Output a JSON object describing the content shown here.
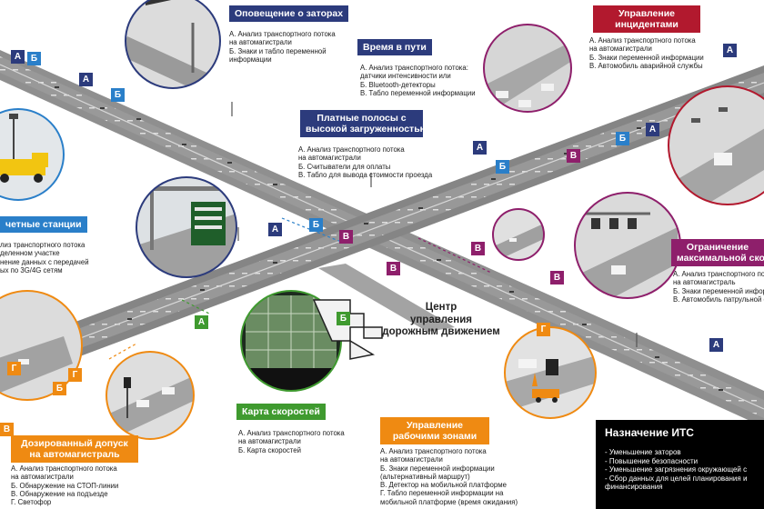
{
  "callouts": {
    "jams": {
      "title_lines": [
        "Оповещение о заторах"
      ],
      "items": [
        "А. Анализ транспортного потока",
        "на автомагистрали",
        "Б. Знаки и табло переменной",
        "информации"
      ]
    },
    "incidents": {
      "title_lines": [
        "Управление",
        "инцидентами"
      ],
      "items": [
        "А. Анализ транспортного потока",
        "на автомагистрали",
        "Б. Знаки переменной информации",
        "В. Автомобиль аварийной службы"
      ]
    },
    "travel": {
      "title_lines": [
        "Время в пути"
      ],
      "items": [
        "А. Анализ транспортного потока:",
        "датчики интенсивности или",
        "Б. Bluetooth-детекторы",
        "В. Табло переменной информации"
      ]
    },
    "toll": {
      "title_lines": [
        "Платные полосы с",
        "высокой загруженностью"
      ],
      "items": [
        "А. Анализ транспортного потока",
        "на автомагистрали",
        "Б. Считыватели для оплаты",
        "В. Табло для вывода стоимости проезда"
      ]
    },
    "stations": {
      "title_lines": [
        "четные станции"
      ],
      "items": [
        "лиз транспортного потока",
        "деленном участке",
        "нение данных с передачей",
        "ых по 3G/4G сетям"
      ]
    },
    "speedlimit": {
      "title_lines": [
        "Ограничение",
        "максимальной скор"
      ],
      "items": [
        "А. Анализ транспортного потока",
        "на автомагистраль",
        "Б. Знаки переменной информации",
        "В. Автомобиль патрульной с"
      ]
    },
    "speedmap": {
      "title_lines": [
        "Карта скоростей"
      ],
      "items": [
        "А. Анализ транспортного потока",
        "на автомагистрали",
        "Б. Карта скоростей"
      ]
    },
    "workzones": {
      "title_lines": [
        "Управление",
        "рабочими зонами"
      ],
      "items": [
        "А. Анализ транспортного потока",
        "на автомагистрали",
        "Б. Знаки переменной информации",
        "(альтернативный маршрут)",
        "В. Детектор на мобильной платформе",
        "Г. Табло переменной информации на",
        "мобильной платформе (время ожидания)"
      ]
    },
    "ramp": {
      "title_lines": [
        "Дозированный допуск",
        "на автомагистраль"
      ],
      "items": [
        "А. Анализ транспортного потока",
        "на автомагистрали",
        "Б. Обнаружение на СТОП-линии",
        "В. Обнаружение на подъезде",
        "Г. Светофор"
      ]
    }
  },
  "center": {
    "title_lines": [
      "Центр",
      "управления",
      "дорожным движением"
    ]
  },
  "purpose": {
    "title": "Назначение ИТС",
    "items": [
      "- Уменьшение заторов",
      "- Повышение безопасности",
      "- Уменьшение загрязнения окружающей с",
      "- Сбор данных для целей планирования и",
      "  финансирования"
    ]
  },
  "markers": {
    "a": "А",
    "b": "Б",
    "v": "В",
    "g": "Г"
  },
  "colors": {
    "navy": "#2c3b7c",
    "red": "#b2192e",
    "purple": "#8e1f6b",
    "blue": "#2a7fc9",
    "green": "#3f9a2f",
    "orange": "#ef8a12"
  }
}
